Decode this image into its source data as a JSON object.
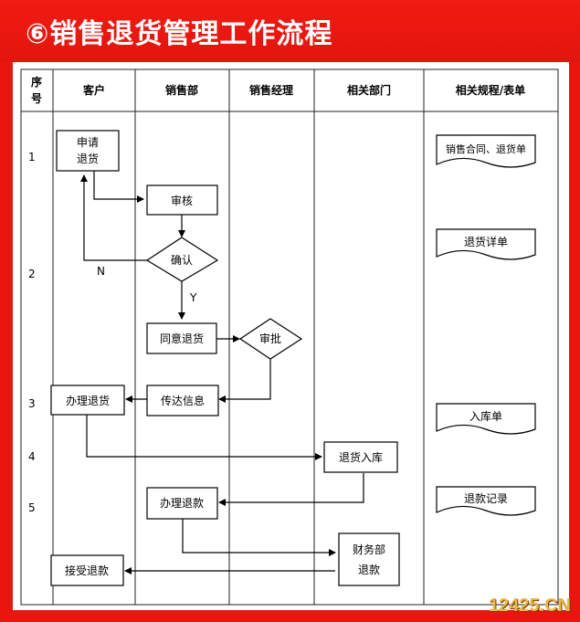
{
  "header": {
    "title": "⑥销售退货管理工作流程"
  },
  "columns": {
    "seq": "序号",
    "customer": "客户",
    "sales": "销售部",
    "manager": "销售经理",
    "related": "相关部门",
    "docs": "相关规程/表单"
  },
  "rows": [
    "1",
    "2",
    "3",
    "4",
    "5"
  ],
  "nodes": {
    "apply": "申请退货",
    "review": "审核",
    "confirm": "确认",
    "agree": "同意退货",
    "approve": "审批",
    "handle": "办理退货",
    "notify": "传达信息",
    "stockin": "退货入库",
    "refund": "办理退款",
    "finance": "财务部退款",
    "receive": "接受退款"
  },
  "edge_labels": {
    "no": "N",
    "yes": "Y"
  },
  "docs": {
    "contract": "销售合同、退货单",
    "detail": "退货详单",
    "inbound": "入库单",
    "refundrec": "退款记录"
  },
  "watermark": "12425.CN"
}
